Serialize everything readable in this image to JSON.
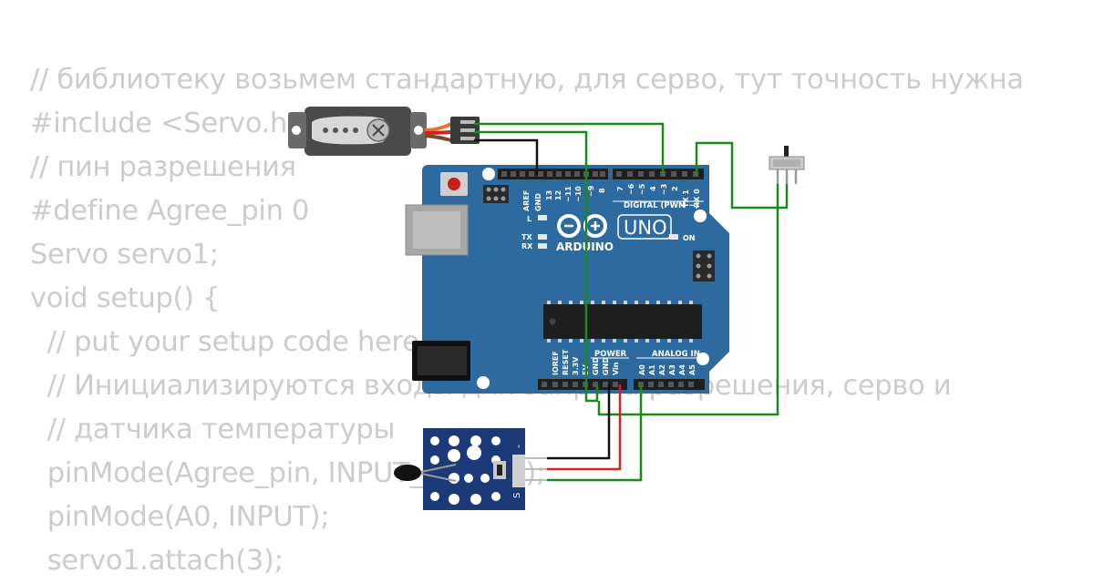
{
  "code": {
    "lines": [
      "// библиотеку возьмем стандартную, для серво, тут точность нужна",
      "#include <Servo.h>",
      "// пин разрешения",
      "#define Agree_pin 0",
      "Servo servo1;",
      "void setup() {",
      "  // put your setup code here",
      "  // Инициализируются входы для запрета/разрешения, серво и",
      "  // датчика температуры",
      "  pinMode(Agree_pin, INPUT_PULLUP);",
      "  pinMode(A0, INPUT);",
      "  servo1.attach(3);"
    ]
  },
  "board": {
    "brand": "ARDUINO",
    "model": "UNO",
    "digital_header_label": "DIGITAL (PWM ~)",
    "led_l": "L",
    "led_tx": "TX",
    "led_rx": "RX",
    "led_on": "ON",
    "top_pins": [
      "AREF",
      "GND",
      "13",
      "12",
      "~11",
      "~10",
      "~9",
      "8"
    ],
    "top_pins_right": [
      "7",
      "~6",
      "~5",
      "4",
      "~3",
      "2",
      "TX 1",
      "RX 0"
    ],
    "power_label": "POWER",
    "power_pins": [
      "IOREF",
      "RESET",
      "3.3V",
      "5V",
      "GND",
      "GND",
      "Vin"
    ],
    "analog_label": "ANALOG IN",
    "analog_pins": [
      "A0",
      "A1",
      "A2",
      "A3",
      "A4",
      "A5"
    ]
  },
  "sensor": {
    "pin_minus": "-",
    "pin_signal": "S"
  },
  "colors": {
    "board": "#2d6aa0",
    "wire_green": "#1a8a1a",
    "wire_red": "#e02020",
    "wire_black": "#111111",
    "code_text": "#cccccc",
    "sensor_pcb": "#1c3a78"
  }
}
